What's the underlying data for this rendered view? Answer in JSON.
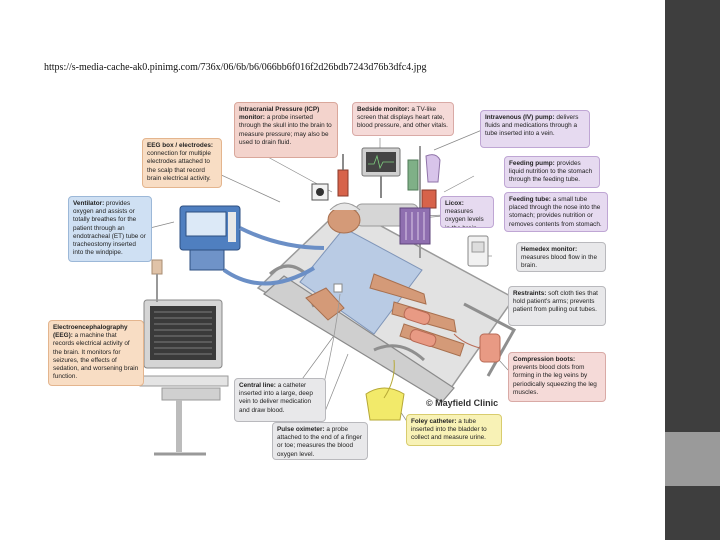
{
  "url_text": "https://s-media-cache-ak0.pinimg.com/736x/06/6b/b6/066bb6f016f2d26bdb7243d76b3dfc4.jpg",
  "copyright": "© Mayfield Clinic",
  "callouts": {
    "icp": {
      "title": "Intracranial Pressure (ICP) monitor:",
      "body": "a probe inserted through the skull into the brain to measure pressure; may also be used to drain fluid."
    },
    "bedside": {
      "title": "Bedside monitor:",
      "body": "a TV-like screen that displays heart rate, blood pressure, and other vitals."
    },
    "iv": {
      "title": "Intravenous (IV) pump:",
      "body": "delivers fluids and medications through a tube inserted into a vein."
    },
    "eeg_box": {
      "title": "EEG box / electrodes:",
      "body": "connection for multiple electrodes attached to the scalp that record brain electrical activity."
    },
    "feeding_pump": {
      "title": "Feeding pump:",
      "body": "provides liquid nutrition to the stomach through the feeding tube."
    },
    "feeding_tube": {
      "title": "Feeding tube:",
      "body": "a small tube placed through the nose into the stomach; provides nutrition or removes contents from stomach."
    },
    "ventilator": {
      "title": "Ventilator:",
      "body": "provides oxygen and assists or totally breathes for the patient through an endotracheal (ET) tube or tracheostomy inserted into the windpipe."
    },
    "licox": {
      "title": "Licox:",
      "body": "measures oxygen levels in the brain."
    },
    "hemedex": {
      "title": "Hemedex monitor:",
      "body": "measures blood flow in the brain."
    },
    "restraints": {
      "title": "Restraints:",
      "body": "soft cloth ties that hold patient's arms; prevents patient from pulling out tubes."
    },
    "eeg": {
      "title": "Electroencephalography (EEG):",
      "body": "a machine that records electrical activity of the brain. It monitors for seizures, the effects of sedation, and worsening brain function."
    },
    "compression": {
      "title": "Compression boots:",
      "body": "prevents blood clots from forming in the leg veins by periodically squeezing the leg muscles."
    },
    "central_line": {
      "title": "Central line:",
      "body": "a catheter inserted into a large, deep vein to deliver medication and draw blood."
    },
    "pulse_ox": {
      "title": "Pulse oximeter:",
      "body": "a probe attached to the end of a finger or toe; measures the blood oxygen level."
    },
    "foley": {
      "title": "Foley catheter:",
      "body": "a tube inserted into the bladder to collect and measure urine."
    }
  },
  "colors": {
    "sidebar_dark": "#3e3e3e",
    "sidebar_light": "#9a9a9a",
    "ventilator": "#4f7fc0",
    "monitor_frame": "#cfcfcf",
    "gown": "#b9cbe4",
    "skin": "#d49a78",
    "boot": "#e89a84",
    "bag": "#f2ea6a",
    "iv_bag": "#d8c4ea",
    "bed": "#c8c8c8"
  }
}
